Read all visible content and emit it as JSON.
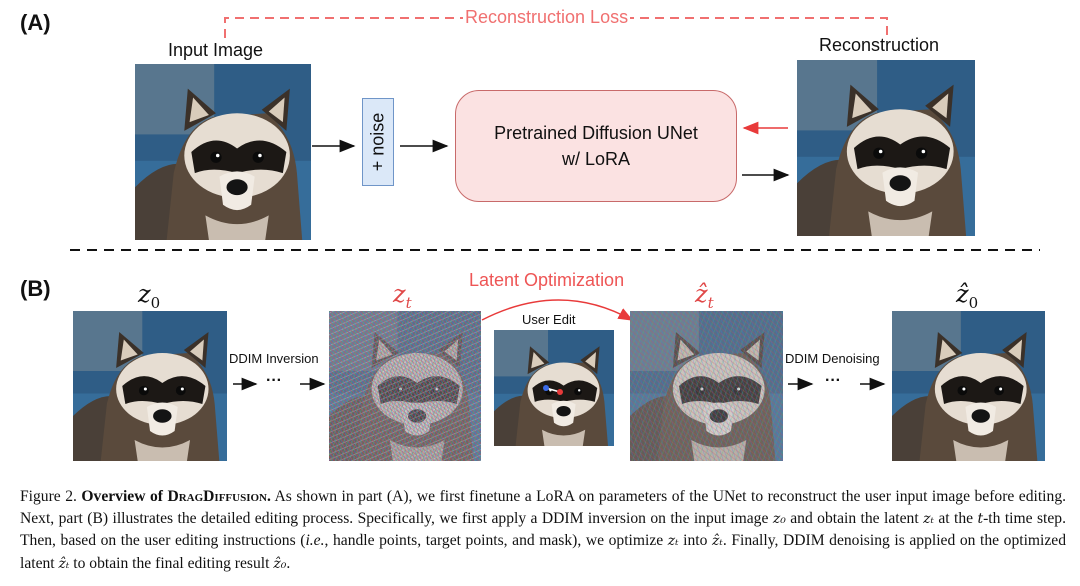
{
  "part_a": {
    "label": "(A)",
    "loss_label": "Reconstruction Loss",
    "input_label": "Input Image",
    "noise_label": "+ noise",
    "unet_line1": "Pretrained Diffusion UNet",
    "unet_line2": "w/ LoRA",
    "recon_label": "Reconstruction"
  },
  "part_b": {
    "label": "(B)",
    "latent_opt_label": "Latent Optimization",
    "user_edit_label": "User Edit",
    "ddim_inversion_label": "DDIM Inversion",
    "ddim_denoising_label": "DDIM Denoising",
    "ellipsis": "···",
    "z0_label": "z",
    "z0_sub": "0",
    "zt_label": "z",
    "zt_sub": "t",
    "zt_hat_label": "ẑ",
    "zt_hat_sub": "t",
    "z0_hat_label": "ẑ",
    "z0_hat_sub": "0"
  },
  "caption": {
    "fig": "Figure 2.",
    "title_prefix": "Overview of ",
    "title_name": "DragDiffusion",
    "title_suffix": ".",
    "s1": " As shown in part (A), we first finetune a LoRA on parameters of the UNet to reconstruct the user input image before editing. Next, part (B) illustrates the detailed editing process. Specifically, we first apply a DDIM inversion on the input image ",
    "m_z0": "z₀",
    "s2": " and obtain the latent ",
    "m_zt": "zₜ",
    "s3": " at the ",
    "m_t": "t",
    "s4": "-th time step. Then, based on the user editing instructions (",
    "ie": "i.e.",
    "s5": ", handle points, target points, and mask), we optimize ",
    "m_zt2": "zₜ",
    "s6": " into ",
    "m_zthat": "ẑₜ",
    "s7": ". Finally, DDIM denoising is applied on the optimized latent ",
    "m_zthat2": "ẑₜ",
    "s8": " to obtain the final editing result ",
    "m_z0hat": "ẑ₀",
    "s9": "."
  },
  "colors": {
    "loss_red": "#f07070",
    "unet_fill": "#fbe2e2",
    "noise_fill": "#dbe8f8",
    "arrow_red": "#e83a3a"
  },
  "icons": {
    "raccoon": "raccoon-photo",
    "drag_arrow": "drag-handle-arrow"
  }
}
